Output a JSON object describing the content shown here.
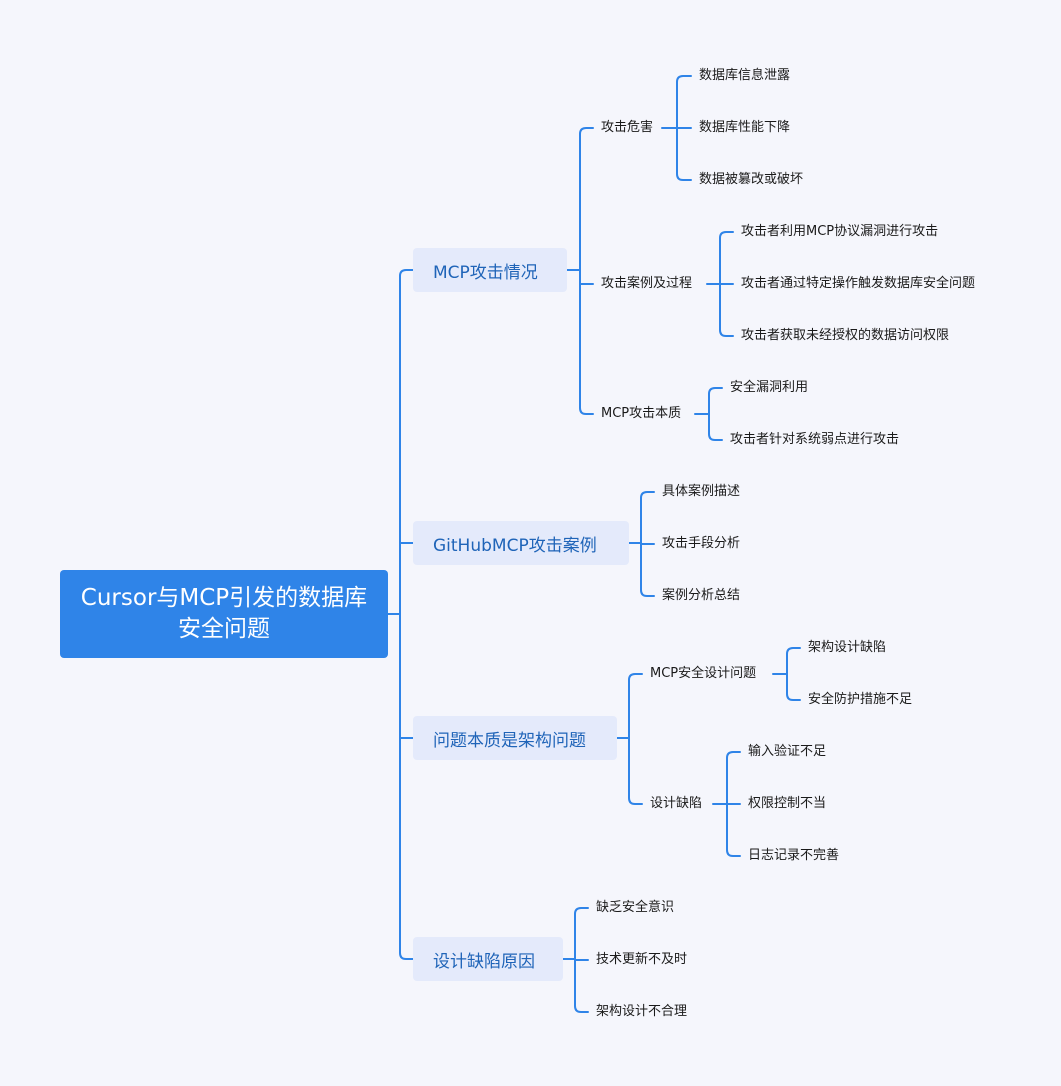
{
  "root": {
    "title": "Cursor与MCP引发的数据库安全问题"
  },
  "branches": [
    {
      "label": "MCP攻击情况",
      "children": [
        {
          "label": "攻击危害",
          "children": [
            "数据库信息泄露",
            "数据库性能下降",
            "数据被篡改或破坏"
          ]
        },
        {
          "label": "攻击案例及过程",
          "children": [
            "攻击者利用MCP协议漏洞进行攻击",
            "攻击者通过特定操作触发数据库安全问题",
            "攻击者获取未经授权的数据访问权限"
          ]
        },
        {
          "label": "MCP攻击本质",
          "children": [
            "安全漏洞利用",
            "攻击者针对系统弱点进行攻击"
          ]
        }
      ]
    },
    {
      "label": "GitHubMCP攻击案例",
      "children": [
        {
          "label": "具体案例描述"
        },
        {
          "label": "攻击手段分析"
        },
        {
          "label": "案例分析总结"
        }
      ]
    },
    {
      "label": "问题本质是架构问题",
      "children": [
        {
          "label": "MCP安全设计问题",
          "children": [
            "架构设计缺陷",
            "安全防护措施不足"
          ]
        },
        {
          "label": "设计缺陷",
          "children": [
            "输入验证不足",
            "权限控制不当",
            "日志记录不完善"
          ]
        }
      ]
    },
    {
      "label": "设计缺陷原因",
      "children": [
        {
          "label": "缺乏安全意识"
        },
        {
          "label": "技术更新不及时"
        },
        {
          "label": "架构设计不合理"
        }
      ]
    }
  ],
  "colors": {
    "line": "#2f84e8",
    "root_bg": "#2f84e8",
    "branch_bg": "#e4eafb",
    "branch_text": "#1f64b8"
  }
}
